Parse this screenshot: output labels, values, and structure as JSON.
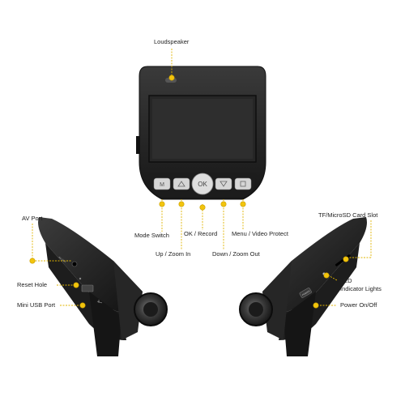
{
  "callouts": {
    "loudspeaker": "Loudspeaker",
    "mode_switch": "Mode Switch",
    "ok_record": "OK / Record",
    "menu_video_protect": "Menu / Video Protect",
    "up_zoom_in": "Up / Zoom In",
    "down_zoom_out": "Down / Zoom Out",
    "av_port": "AV Port",
    "reset_hole": "Reset Hole",
    "mini_usb_port": "Mini USB Port",
    "tf_card_slot": "TF/MicroSD Card Slot",
    "led_line1": "LED",
    "led_line2": "Indicator Lights",
    "power_on_off": "Power On/Off"
  },
  "device_markings": {
    "ok_button": "OK",
    "mode_button": "M",
    "power_button": "POWER",
    "av_port_mark": "AV-OUT"
  },
  "colors": {
    "accent_dot": "#f2c40d",
    "leader_line": "#e0b400",
    "device_body": "#2b2b2b",
    "device_dark": "#1a1a1a",
    "screen": "#2a2a2a",
    "button_face": "#d9d9d9"
  },
  "icons": {
    "mode_button": "m-letter",
    "up_button": "triangle-up-icon",
    "ok_button": "ok-circle",
    "down_button": "triangle-down-icon",
    "menu_button": "menu-square-icon",
    "usb_port": "usb-icon"
  }
}
